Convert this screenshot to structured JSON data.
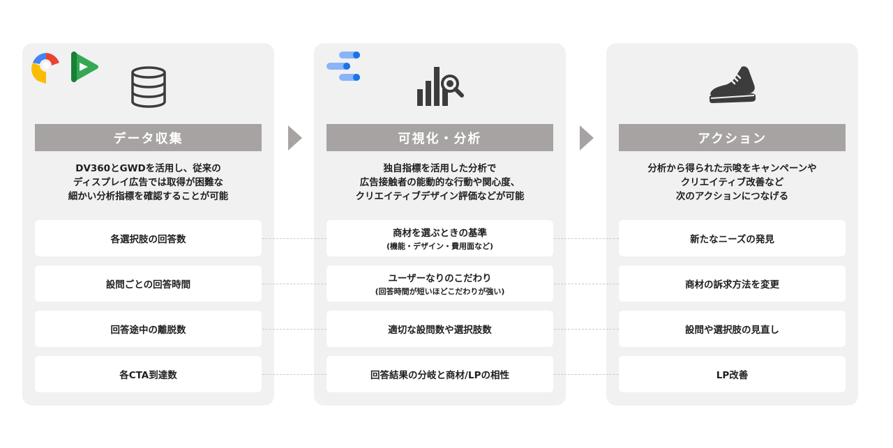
{
  "columns": [
    {
      "header": "データ収集",
      "icon": "database-icon",
      "logos": [
        "google-web-designer-logo",
        "display-video-360-logo"
      ],
      "description": "DV360とGWDを活用し、従来の\nディスプレイ広告では取得が困難な\n細かい分析指標を確認することが可能",
      "cards": [
        {
          "main": "各選択肢の回答数"
        },
        {
          "main": "設問ごとの回答時間"
        },
        {
          "main": "回答途中の離脱数"
        },
        {
          "main": "各CTA到達数"
        }
      ]
    },
    {
      "header": "可視化・分析",
      "icon": "chart-analysis-icon",
      "logos": [
        "looker-studio-logo"
      ],
      "description": "独自指標を活用した分析で\n広告接触者の能動的な行動や関心度、\nクリエイティブデザイン評価などが可能",
      "cards": [
        {
          "main": "商材を選ぶときの基準",
          "sub": "(機能・デザイン・費用面など)"
        },
        {
          "main": "ユーザーなりのこだわり",
          "sub": "(回答時間が短いほどこだわりが強い)"
        },
        {
          "main": "適切な設問数や選択肢数"
        },
        {
          "main": "回答結果の分岐と商材/LPの相性"
        }
      ]
    },
    {
      "header": "アクション",
      "icon": "sneaker-icon",
      "description": "分析から得られた示唆をキャンペーンや\nクリエイティブ改善など\n次のアクションにつなげる",
      "cards": [
        {
          "main": "新たなニーズの発見"
        },
        {
          "main": "商材の訴求方法を変更"
        },
        {
          "main": "設問や選択肢の見直し"
        },
        {
          "main": "LP改善"
        }
      ]
    }
  ],
  "colors": {
    "panel": "#f1f1f1",
    "header_bar": "#a7a3a2",
    "arrow": "#a7a3a2",
    "icon": "#3c3c3c",
    "connector": "#c9c9c9"
  }
}
